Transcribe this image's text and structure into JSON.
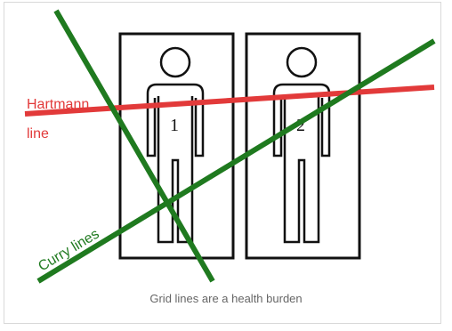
{
  "figure": {
    "labels": {
      "hartmann_line_1": "Hartmann",
      "hartmann_line_2": "line",
      "curry_lines": "Curry lines",
      "bed_1_number": "1",
      "bed_2_number": "2"
    },
    "caption": "Grid lines are a health burden"
  },
  "colors": {
    "hartmann": "#e23a3a",
    "curry": "#1f7a1f",
    "outline": "#111111",
    "caption": "#666666"
  }
}
